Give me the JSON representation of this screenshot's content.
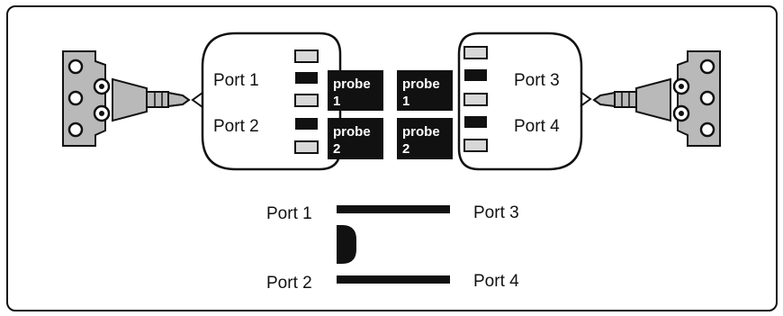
{
  "colors": {
    "ink": "#111111",
    "pad_fill": "#d8d8d8",
    "adapter_fill": "#b9b9b9",
    "background": "#ffffff"
  },
  "top_diagram": {
    "left_module": {
      "port_a": "Port 1",
      "port_b": "Port 2",
      "probe_a": {
        "word": "probe",
        "num": "1"
      },
      "probe_b": {
        "word": "probe",
        "num": "2"
      }
    },
    "right_module": {
      "port_a": "Port 3",
      "port_b": "Port 4",
      "probe_a": {
        "word": "probe",
        "num": "1"
      },
      "probe_b": {
        "word": "probe",
        "num": "2"
      }
    }
  },
  "schematic": {
    "port_tl": "Port 1",
    "port_bl": "Port 2",
    "port_tr": "Port 3",
    "port_br": "Port 4"
  }
}
